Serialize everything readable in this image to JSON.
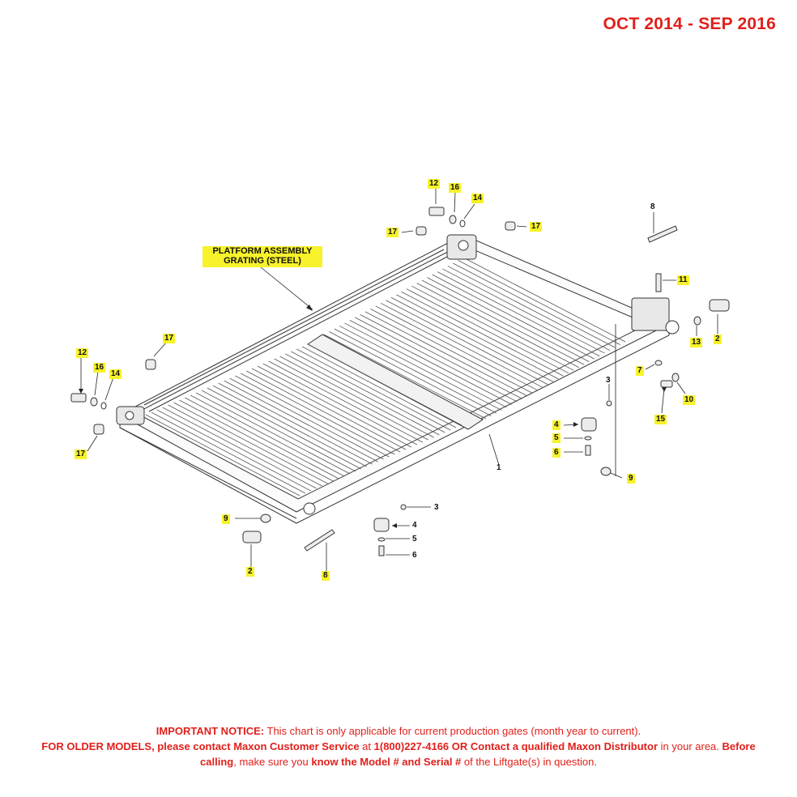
{
  "header": {
    "date_range": "OCT 2014 - SEP 2016"
  },
  "title": {
    "line1": "PLATFORM ASSEMBLY",
    "line2": "GRATING (STEEL)"
  },
  "callouts": {
    "c12a": "12",
    "c16a": "16",
    "c14a": "14",
    "c17a": "17",
    "c17b": "17",
    "c8a": "8",
    "c11": "11",
    "c2a": "2",
    "c13": "13",
    "c7": "7",
    "c10": "10",
    "c15": "15",
    "c3a": "3",
    "c4a": "4",
    "c5a": "5",
    "c6a": "6",
    "c9a": "9",
    "c12b": "12",
    "c16b": "16",
    "c14b": "14",
    "c17c": "17",
    "c17d": "17",
    "c9b": "9",
    "c2b": "2",
    "c8b": "8",
    "c3b": "3",
    "c4b": "4",
    "c5b": "5",
    "c6b": "6",
    "c1": "1"
  },
  "notice": {
    "important_label": "IMPORTANT NOTICE:",
    "important_text": " This chart is only applicable for current production gates (month year to current).",
    "older_label": "FOR OLDER MODELS, please contact Maxon Customer Service",
    "at": " at ",
    "phone": "1(800)227-4166 OR Contact a qualified Maxon Distributor",
    "area": " in your area. ",
    "before": "Before calling",
    "make_sure": ", make sure you ",
    "know": "know the Model # and Serial #",
    "tail": " of the Liftgate(s) in question."
  }
}
